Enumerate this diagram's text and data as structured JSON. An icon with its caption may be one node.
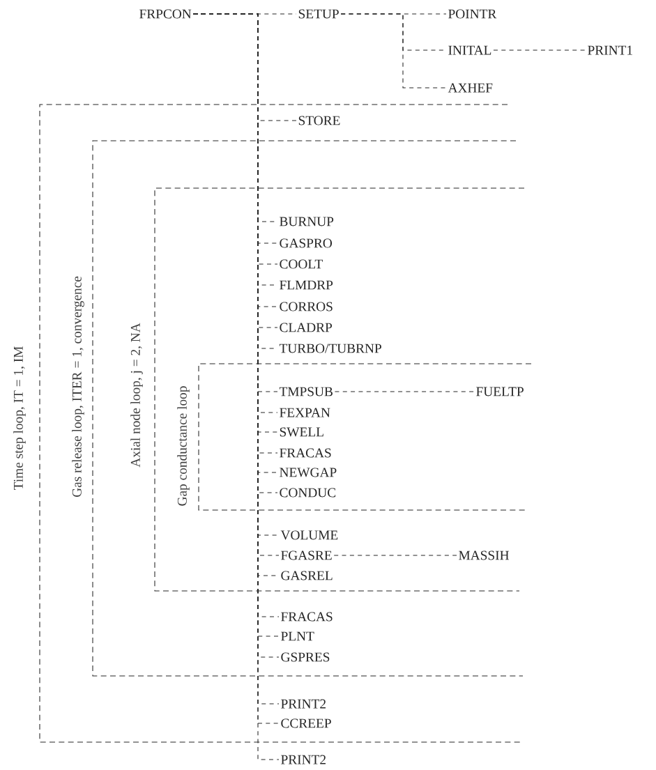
{
  "diagram": {
    "nodes": [
      {
        "text": [
          "FRPCON"
        ]
      },
      {
        "text": [
          "SETUP"
        ]
      },
      {
        "text": [
          "POINTR"
        ]
      },
      {
        "text": [
          "INITAL"
        ]
      },
      {
        "text": [
          "PRINT1"
        ]
      },
      {
        "text": [
          "AXHEF"
        ]
      },
      {
        "text": [
          "STORE"
        ]
      },
      {
        "text": [
          "BURNUP"
        ]
      },
      {
        "text": [
          "GASPRO"
        ]
      },
      {
        "text": [
          "COOLT"
        ]
      },
      {
        "text": [
          "FLMDRP"
        ]
      },
      {
        "text": [
          "CORROS"
        ]
      },
      {
        "text": [
          "CLADRP"
        ]
      },
      {
        "text": [
          "TURBO/TUBRNP"
        ]
      },
      {
        "text": [
          "TMPSUB"
        ]
      },
      {
        "text": [
          "FUELTP"
        ]
      },
      {
        "text": [
          "FEXPAN"
        ]
      },
      {
        "text": [
          "SWELL"
        ]
      },
      {
        "text": [
          "FRACAS"
        ]
      },
      {
        "text": [
          "NEWGAP"
        ]
      },
      {
        "text": [
          "CONDUC"
        ]
      },
      {
        "text": [
          "VOLUME"
        ]
      },
      {
        "text": [
          "FGASRE"
        ]
      },
      {
        "text": [
          "MASSIH"
        ]
      },
      {
        "text": [
          "GASREL"
        ]
      },
      {
        "text": [
          "FRACAS"
        ]
      },
      {
        "text": [
          "PLNT"
        ]
      },
      {
        "text": [
          "GSPRES"
        ]
      },
      {
        "text": [
          "PRINT2"
        ]
      },
      {
        "text": [
          "CCREEP"
        ]
      },
      {
        "text": [
          "PRINT2"
        ]
      }
    ],
    "edges": [
      {
        "from": 0,
        "to": 1,
        "arrow": "none"
      },
      {
        "from": 1,
        "to": 2,
        "arrow": "none"
      },
      {
        "from": 1,
        "to": 3,
        "arrow": "none"
      },
      {
        "from": 3,
        "to": 4,
        "arrow": "none"
      },
      {
        "from": 1,
        "to": 5,
        "arrow": "none"
      },
      {
        "from": 0,
        "to": 6,
        "arrow": "none"
      },
      {
        "from": 0,
        "to": 7,
        "arrow": "none"
      },
      {
        "from": 0,
        "to": 8,
        "arrow": "none"
      },
      {
        "from": 0,
        "to": 9,
        "arrow": "none"
      },
      {
        "from": 0,
        "to": 10,
        "arrow": "none"
      },
      {
        "from": 0,
        "to": 11,
        "arrow": "none"
      },
      {
        "from": 0,
        "to": 12,
        "arrow": "none"
      },
      {
        "from": 0,
        "to": 13,
        "arrow": "none"
      },
      {
        "from": 0,
        "to": 14,
        "arrow": "none"
      },
      {
        "from": 14,
        "to": 15,
        "arrow": "none"
      },
      {
        "from": 0,
        "to": 16,
        "arrow": "none"
      },
      {
        "from": 0,
        "to": 17,
        "arrow": "none"
      },
      {
        "from": 0,
        "to": 18,
        "arrow": "none"
      },
      {
        "from": 0,
        "to": 19,
        "arrow": "none"
      },
      {
        "from": 0,
        "to": 20,
        "arrow": "none"
      },
      {
        "from": 0,
        "to": 21,
        "arrow": "none"
      },
      {
        "from": 0,
        "to": 22,
        "arrow": "none"
      },
      {
        "from": 22,
        "to": 23,
        "arrow": "none"
      },
      {
        "from": 0,
        "to": 24,
        "arrow": "none"
      },
      {
        "from": 0,
        "to": 25,
        "arrow": "none"
      },
      {
        "from": 0,
        "to": 26,
        "arrow": "none"
      },
      {
        "from": 0,
        "to": 27,
        "arrow": "none"
      },
      {
        "from": 0,
        "to": 28,
        "arrow": "none"
      },
      {
        "from": 0,
        "to": 29,
        "arrow": "none"
      },
      {
        "from": 0,
        "to": 30,
        "arrow": "none"
      }
    ],
    "labels": [
      "Time step loop, IT = 1, IM",
      "Gas release loop, ITER = 1, convergence",
      "Axial node loop, j = 2, NA",
      "Gap conductance loop"
    ]
  }
}
